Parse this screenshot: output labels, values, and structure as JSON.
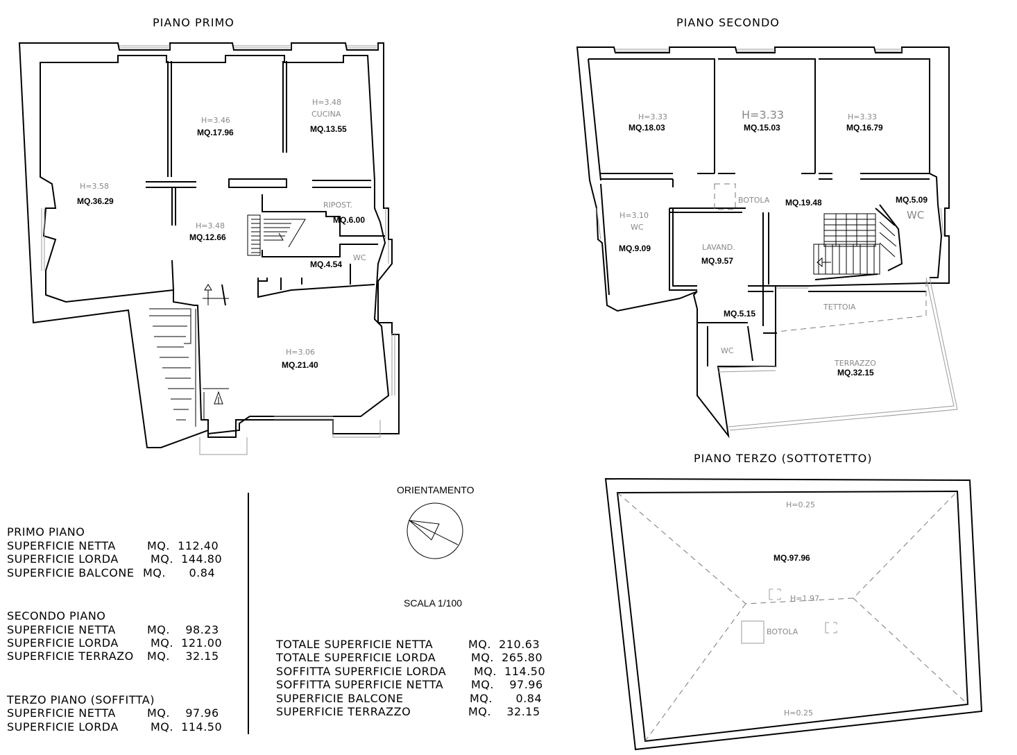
{
  "floors": {
    "first": {
      "title": "PIANO  PRIMO",
      "rooms": [
        {
          "h": "H=3.58",
          "mq": "MQ.36.29"
        },
        {
          "h": "H=3.46",
          "mq": "MQ.17.96"
        },
        {
          "h": "H=3.48",
          "name": "CUCINA",
          "mq": "MQ.13.55"
        },
        {
          "h": "H=3.48",
          "mq": "MQ.12.66"
        },
        {
          "name": "RIPOST.",
          "mq": "MQ.6.00"
        },
        {
          "name": "WC",
          "mq": "MQ.4.54"
        },
        {
          "h": "H=3.06",
          "mq": "MQ.21.40"
        }
      ]
    },
    "second": {
      "title": "PIANO  SECONDO",
      "rooms": [
        {
          "h": "H=3.33",
          "mq": "MQ.18.03"
        },
        {
          "h": "H=3.33",
          "mq": "MQ.15.03"
        },
        {
          "h": "H=3.33",
          "mq": "MQ.16.79"
        },
        {
          "h": "H=3.10",
          "name": "WC",
          "mq": "MQ.9.09"
        },
        {
          "name": "BOTOLA",
          "mq": "MQ.19.48"
        },
        {
          "name": "WC",
          "mq": "MQ.5.09"
        },
        {
          "name": "LAVAND.",
          "mq": "MQ.9.57"
        },
        {
          "mq": "MQ.5.15"
        },
        {
          "name": "WC"
        },
        {
          "name": "TETTOIA"
        },
        {
          "name": "TERRAZZO",
          "mq": "MQ.32.15"
        }
      ]
    },
    "third": {
      "title": "PIANO  TERZO  (SOTTOTETTO)",
      "h_top": "H=0.25",
      "h_bottom": "H=0.25",
      "h_ridge": "H=1.97",
      "mq": "MQ.97.96",
      "hatch_label": "BOTOLA"
    }
  },
  "orientation": {
    "label": "ORIENTAMENTO"
  },
  "scale": {
    "label": "SCALA 1/100"
  },
  "summary_left": {
    "primo": {
      "title": "PRIMO  PIANO",
      "rows": [
        {
          "label": "SUPERFICIE  NETTA",
          "value": "MQ.  112.40"
        },
        {
          "label": "SUPERFICIE  LORDA",
          "value": "MQ.  144.80"
        },
        {
          "label": "SUPERFICIE  BALCONE",
          "value": "MQ.      0.84"
        }
      ]
    },
    "secondo": {
      "title": "SECONDO  PIANO",
      "rows": [
        {
          "label": "SUPERFICIE  NETTA",
          "value": "MQ.    98.23"
        },
        {
          "label": "SUPERFICIE  LORDA",
          "value": "MQ.  121.00"
        },
        {
          "label": "SUPERFICIE  TERRAZO",
          "value": "MQ.    32.15"
        }
      ]
    },
    "terzo": {
      "title": "TERZO  PIANO  (SOFFITTA)",
      "rows": [
        {
          "label": "SUPERFICIE  NETTA",
          "value": "MQ.    97.96"
        },
        {
          "label": "SUPERFICIE  LORDA",
          "value": "MQ.  114.50"
        }
      ]
    }
  },
  "totals": [
    {
      "label": "TOTALE  SUPERFICIE  NETTA",
      "value": "MQ.  210.63"
    },
    {
      "label": "TOTALE  SUPERFICIE  LORDA",
      "value": "MQ.  265.80"
    },
    {
      "label": "SOFFITTA  SUPERFICIE  LORDA",
      "value": "MQ.  114.50"
    },
    {
      "label": "SOFFITTA  SUPERFICIE  NETTA",
      "value": "MQ.    97.96"
    },
    {
      "label": "SUPERFICIE  BALCONE",
      "value": "MQ.      0.84"
    },
    {
      "label": "SUPERFICIE  TERRAZZO",
      "value": "MQ.    32.15"
    }
  ]
}
